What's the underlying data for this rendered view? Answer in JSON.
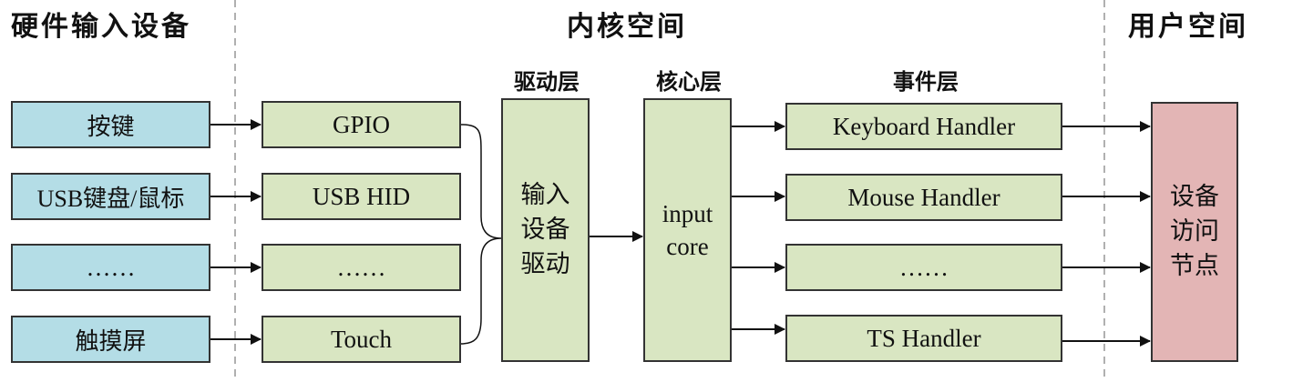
{
  "sections": {
    "hardware": "硬件输入设备",
    "kernel": "内核空间",
    "user": "用户空间"
  },
  "layers": {
    "driver": "驱动层",
    "core": "核心层",
    "event": "事件层"
  },
  "hardware_devices": [
    "按键",
    "USB键盘/鼠标",
    "……",
    "触摸屏"
  ],
  "drivers": [
    "GPIO",
    "USB HID",
    "……",
    "Touch"
  ],
  "input_driver": [
    "输入",
    "设备",
    "驱动"
  ],
  "input_core": [
    "input",
    "core"
  ],
  "handlers": [
    "Keyboard Handler",
    "Mouse Handler",
    "……",
    "TS Handler"
  ],
  "device_node": [
    "设备",
    "访问",
    "节点"
  ],
  "colors": {
    "hardware_fill": "#b4dde6",
    "kernel_fill": "#d9e6c2",
    "user_fill": "#e3b5b5",
    "border": "#333333",
    "divider": "#b0b0b0"
  }
}
